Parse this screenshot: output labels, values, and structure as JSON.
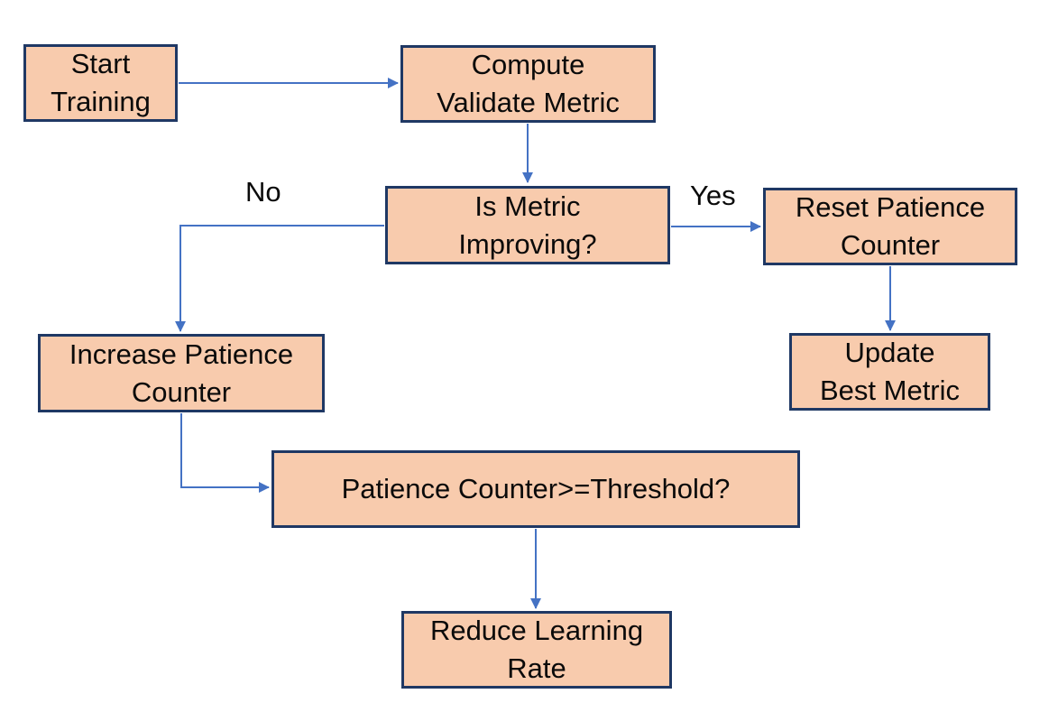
{
  "colors": {
    "background": "#ffffff",
    "node_fill": "#f8cbad",
    "node_border": "#1f3864",
    "arrow": "#4472c4",
    "text": "#0a0a0a"
  },
  "diagram": {
    "type": "flowchart",
    "nodes": [
      {
        "id": "start-training",
        "label": "Start\nTraining"
      },
      {
        "id": "compute-validate-metric",
        "label": "Compute\nValidate Metric"
      },
      {
        "id": "is-metric-improving",
        "label": "Is Metric\nImproving?"
      },
      {
        "id": "reset-patience-counter",
        "label": "Reset Patience\nCounter"
      },
      {
        "id": "update-best-metric",
        "label": "Update\nBest Metric"
      },
      {
        "id": "increase-patience-counter",
        "label": "Increase Patience\nCounter"
      },
      {
        "id": "patience-threshold",
        "label": "Patience Counter>=Threshold?"
      },
      {
        "id": "reduce-learning-rate",
        "label": "Reduce Learning\nRate"
      }
    ],
    "edges": [
      {
        "from": "start-training",
        "to": "compute-validate-metric",
        "label": ""
      },
      {
        "from": "compute-validate-metric",
        "to": "is-metric-improving",
        "label": ""
      },
      {
        "from": "is-metric-improving",
        "to": "reset-patience-counter",
        "label": "Yes"
      },
      {
        "from": "reset-patience-counter",
        "to": "update-best-metric",
        "label": ""
      },
      {
        "from": "is-metric-improving",
        "to": "increase-patience-counter",
        "label": "No"
      },
      {
        "from": "increase-patience-counter",
        "to": "patience-threshold",
        "label": ""
      },
      {
        "from": "patience-threshold",
        "to": "reduce-learning-rate",
        "label": ""
      }
    ]
  }
}
